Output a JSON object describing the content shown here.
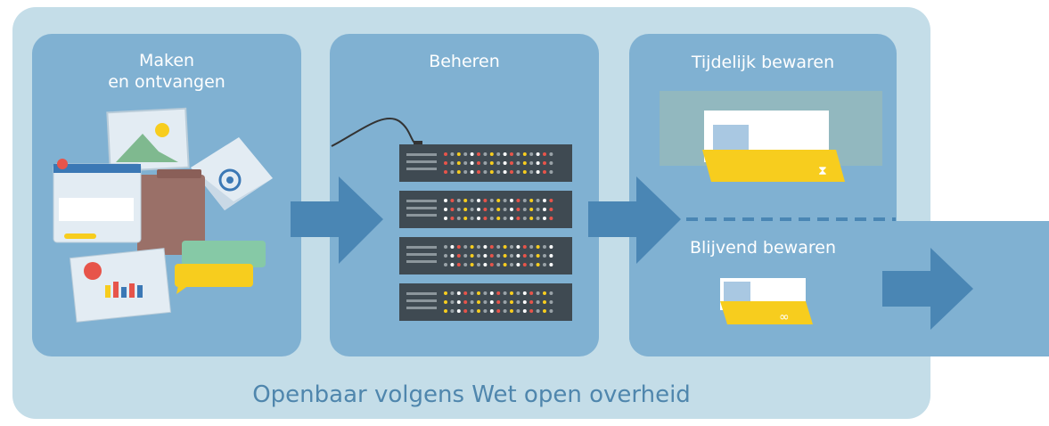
{
  "steps": {
    "make": {
      "line1": "Maken",
      "line2": "en ontvangen"
    },
    "manage": {
      "label": "Beheren"
    },
    "temporary": {
      "label": "Tijdelijk bewaren"
    },
    "permanent": {
      "label": "Blijvend bewaren"
    }
  },
  "footer": {
    "label": "Openbaar volgens Wet open overheid"
  },
  "icons": {
    "make": [
      "photo-icon",
      "browser-window-icon",
      "folder-icon",
      "email-icon",
      "chat-icon",
      "report-chart-icon"
    ],
    "manage": [
      "server-rack-icon"
    ],
    "temporary": [
      "folder-hourglass-icon"
    ],
    "permanent": [
      "folder-infinity-icon"
    ],
    "flow": [
      "arrow-right-icon"
    ]
  },
  "colors": {
    "outer": "#c4dde8",
    "panel": "#80b1d2",
    "arrow": "#4a86b4",
    "folder": "#f7cd1e",
    "server": "#3f4a52",
    "text": "#ffffff",
    "footer_text": "#4f86ad"
  }
}
